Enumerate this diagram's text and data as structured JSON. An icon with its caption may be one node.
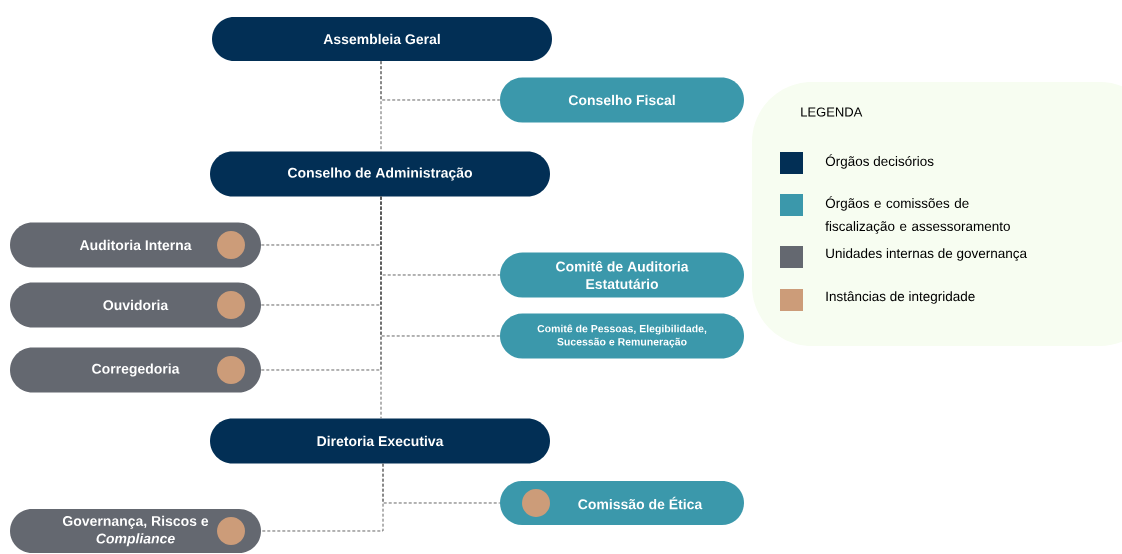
{
  "diagram": {
    "nodes": [
      {
        "text": [
          "Assembleia Geral"
        ]
      },
      {
        "text": [
          "Conselho Fiscal"
        ]
      },
      {
        "text": [
          "Conselho de Administração"
        ]
      },
      {
        "text": [
          "Auditoria Interna"
        ]
      },
      {
        "text": [
          "Ouvidoria"
        ]
      },
      {
        "text": [
          "Corregedoria"
        ]
      },
      {
        "text": [
          "Comitê de Auditoria Estatutário"
        ]
      },
      {
        "text": [
          "Comitê de Pessoas, Elegibilidade, Sucessão e Remuneração"
        ]
      },
      {
        "text": [
          "Diretoria Executiva"
        ]
      },
      {
        "text": [
          "Comissão de Ética"
        ]
      },
      {
        "text": [
          "Governança, Riscos e *Compliance*"
        ]
      }
    ],
    "edges": [
      {
        "from": 0,
        "to": 1,
        "arrow": "none",
        "style": "dashed"
      },
      {
        "from": 0,
        "to": 2,
        "arrow": "none",
        "style": "dashed"
      },
      {
        "from": 2,
        "to": 3,
        "arrow": "none",
        "style": "dashed"
      },
      {
        "from": 2,
        "to": 6,
        "arrow": "none",
        "style": "dashed"
      },
      {
        "from": 2,
        "to": 4,
        "arrow": "none",
        "style": "dashed"
      },
      {
        "from": 2,
        "to": 7,
        "arrow": "none",
        "style": "dashed"
      },
      {
        "from": 2,
        "to": 5,
        "arrow": "none",
        "style": "dashed"
      },
      {
        "from": 2,
        "to": 8,
        "arrow": "none",
        "style": "dashed"
      },
      {
        "from": 8,
        "to": 9,
        "arrow": "none",
        "style": "dashed"
      },
      {
        "from": 8,
        "to": 10,
        "arrow": "none",
        "style": "dashed"
      }
    ],
    "labels": [
      "LEGENDA"
    ],
    "legend": [
      {
        "text": "Órgãos  decisórios",
        "color": "#022f55"
      },
      {
        "text": "Órgãos e comissões de fiscalização e assessoramento",
        "color": "#3b98ab"
      },
      {
        "text": "Unidades internas de governança",
        "color": "#646870"
      },
      {
        "text": "Instâncias de integridade",
        "color": "#cc9c79"
      }
    ]
  }
}
